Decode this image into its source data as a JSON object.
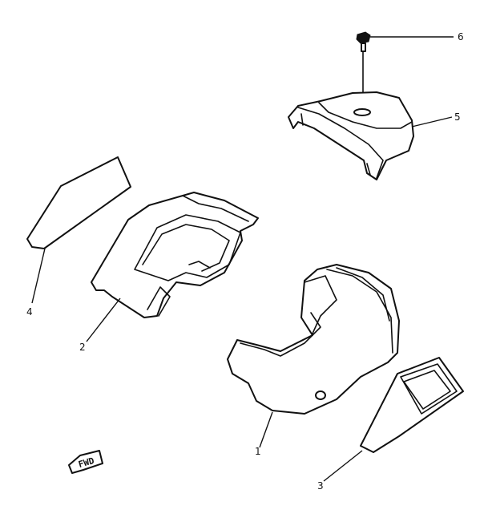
{
  "parts": [
    {
      "id": "front-cowl",
      "callout": "1"
    },
    {
      "id": "upper-panel",
      "callout": "2"
    },
    {
      "id": "right-side-lens",
      "callout": "3"
    },
    {
      "id": "left-side-lens",
      "callout": "4"
    },
    {
      "id": "rear-cover",
      "callout": "5"
    },
    {
      "id": "mounting-screw",
      "callout": "6"
    }
  ],
  "fwd_badge": "FWD",
  "colors": {
    "line": "#111111",
    "background": "#ffffff"
  }
}
